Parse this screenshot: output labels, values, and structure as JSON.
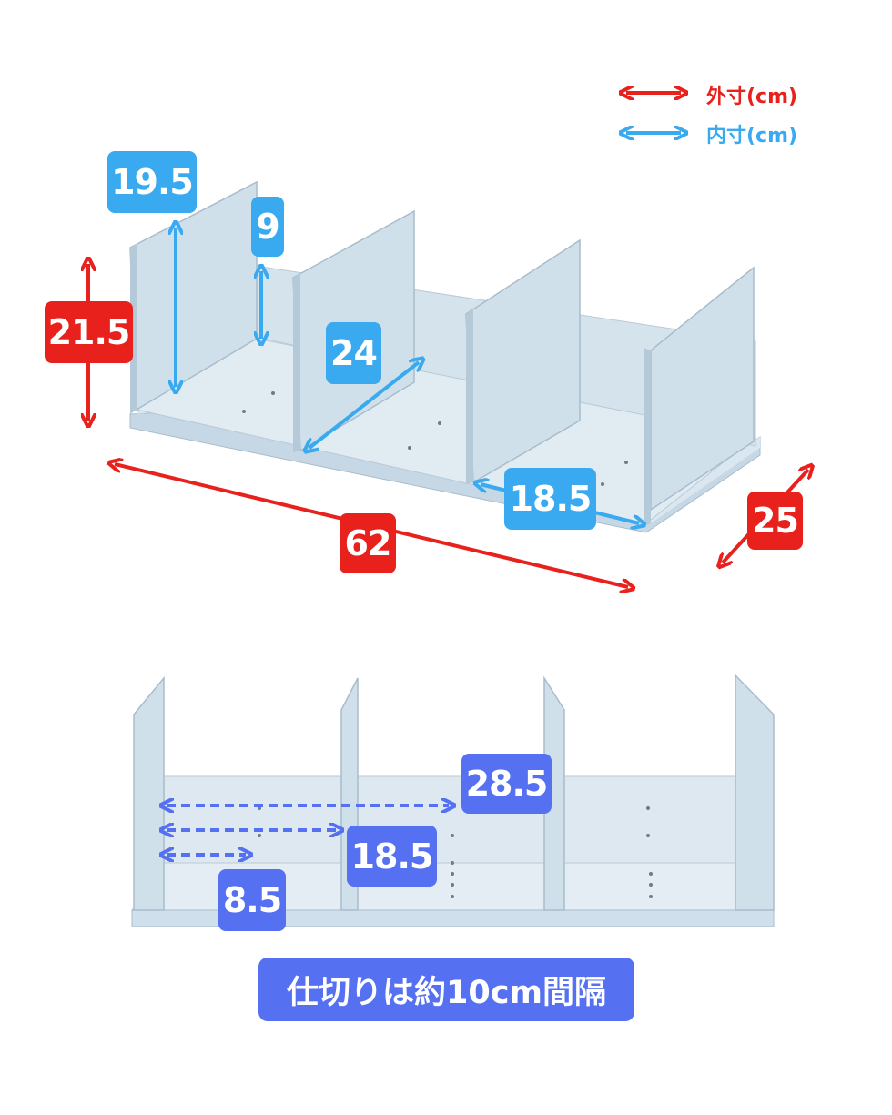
{
  "legend": {
    "outer_label": "外寸(cm)",
    "inner_label": "内寸(cm)",
    "outer_color": "#e8211d",
    "inner_color": "#3aaaf0"
  },
  "top_view": {
    "outer": {
      "height": "21.5",
      "width": "62",
      "depth": "25"
    },
    "inner": {
      "divider_height": "19.5",
      "back_height": "9",
      "depth": "24",
      "compartment_width": "18.5"
    }
  },
  "bottom_view": {
    "widths": [
      "28.5",
      "18.5",
      "8.5"
    ],
    "label_color": "#5570f0",
    "caption": "仕切りは約10cm間隔"
  },
  "shelf_color": "#cfe0ec"
}
